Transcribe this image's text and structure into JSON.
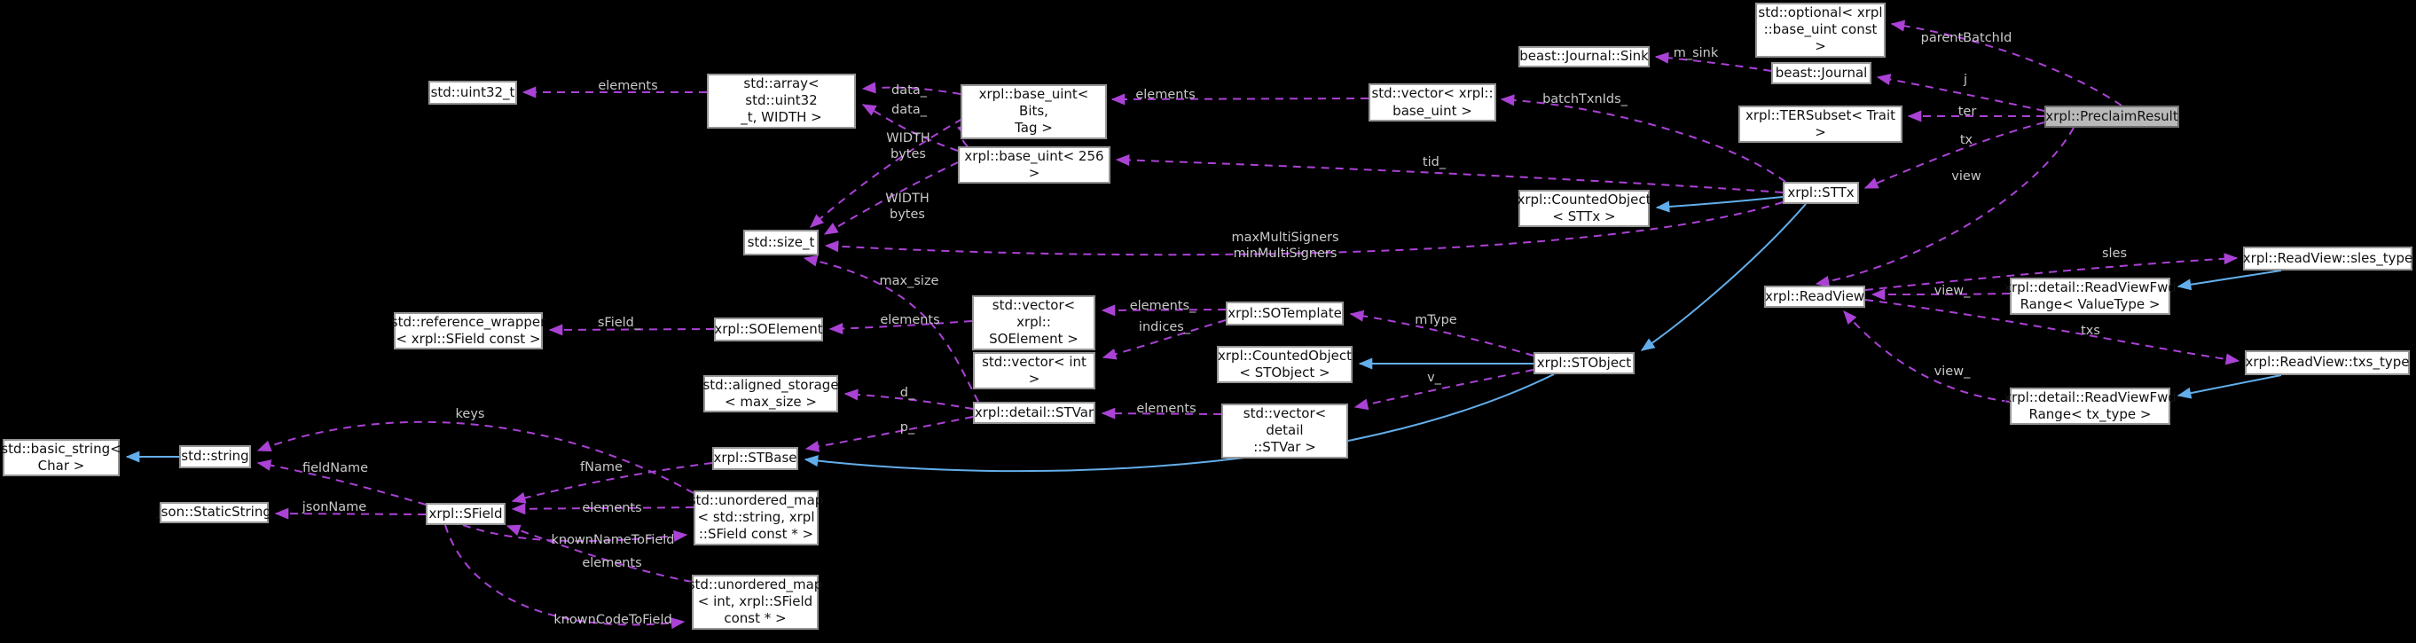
{
  "diagram": {
    "type": "doxygen-collaboration-graph",
    "background_color": "#000000",
    "usage_edge_color": "#AB42D6",
    "inheritance_edge_color": "#63AEEA",
    "node_fill": "#FFFFFF",
    "node_border": "#969696",
    "selected_node_fill": "#B9B9B9",
    "edge_label_color": "#C9C9C9"
  },
  "nodes": {
    "uint32": {
      "label": "std::uint32_t"
    },
    "array_uint32": {
      "label": "std::array< std::uint32\n_t, WIDTH >"
    },
    "base_uint_bits_tag": {
      "label": "xrpl::base_uint< Bits,\nTag >"
    },
    "base_uint_256": {
      "label": "xrpl::base_uint< 256 >"
    },
    "vector_base_uint": {
      "label": "std::vector< xrpl::\nbase_uint >"
    },
    "journal_sink": {
      "label": "beast::Journal::Sink"
    },
    "optional_base_uint": {
      "label": "std::optional< xrpl\n::base_uint const >"
    },
    "journal": {
      "label": "beast::Journal"
    },
    "tersubset": {
      "label": "xrpl::TERSubset< Trait >"
    },
    "preclaim_result": {
      "label": "xrpl::PreclaimResult"
    },
    "counted_sttx": {
      "label": "xrpl::CountedObject\n< STTx >"
    },
    "sttx": {
      "label": "xrpl::STTx"
    },
    "readview": {
      "label": "xrpl::ReadView"
    },
    "fwd_valuetype": {
      "label": "xrpl::detail::ReadViewFwd\nRange< ValueType >"
    },
    "sles_type": {
      "label": "xrpl::ReadView::sles_type"
    },
    "txs_type": {
      "label": "xrpl::ReadView::txs_type"
    },
    "fwd_tx_type": {
      "label": "xrpl::detail::ReadViewFwd\nRange< tx_type >"
    },
    "size_t": {
      "label": "std::size_t"
    },
    "vector_soelement": {
      "label": "std::vector< xrpl::\nSOElement >"
    },
    "sotemplate": {
      "label": "xrpl::SOTemplate"
    },
    "vector_int": {
      "label": "std::vector< int >"
    },
    "counted_stobject": {
      "label": "xrpl::CountedObject\n< STObject >"
    },
    "stobject": {
      "label": "xrpl::STObject"
    },
    "reference_wrapper": {
      "label": "std::reference_wrapper\n< xrpl::SField const >"
    },
    "soelement": {
      "label": "xrpl::SOElement"
    },
    "aligned_storage": {
      "label": "std::aligned_storage\n< max_size >"
    },
    "stvar": {
      "label": "xrpl::detail::STVar"
    },
    "vector_stvar": {
      "label": "std::vector< detail\n::STVar >"
    },
    "stbase": {
      "label": "xrpl::STBase"
    },
    "basic_string": {
      "label": "std::basic_string<\nChar >"
    },
    "string": {
      "label": "std::string"
    },
    "static_string": {
      "label": "Json::StaticString"
    },
    "sfield": {
      "label": "xrpl::SField"
    },
    "umap_string": {
      "label": "std::unordered_map\n< std::string, xrpl\n::SField const * >"
    },
    "umap_int": {
      "label": "std::unordered_map\n< int, xrpl::SField\nconst * >"
    }
  },
  "edge_labels": {
    "elements_array": "elements",
    "data_upper": "data_",
    "data_lower": "data_",
    "width_bytes_1": "WIDTH\nbytes",
    "width_bytes_2": "WIDTH\nbytes",
    "elements_base_uint": "elements",
    "batch_txn_ids": "batchTxnIds_",
    "m_sink": "m_sink",
    "tid": "tid_",
    "parent_batch_id": "parentBatchId",
    "j": "j",
    "ter": "ter",
    "tx": "tx",
    "view": "view",
    "multi_signers": "maxMultiSigners\nminMultiSigners",
    "sles": "sles",
    "view_upper": "view_",
    "txs": "txs",
    "view_lower": "view_",
    "max_size": "max_size",
    "sfield_member": "sField_",
    "elements_so": "elements_",
    "indices": "indices_",
    "mtype": "mType",
    "v": "v_",
    "elements_soelement": "elements",
    "d": "d_",
    "p": "p_",
    "elements_stvar": "elements",
    "keys": "keys",
    "field_name": "fieldName",
    "f_name": "fName",
    "json_name": "jsonName",
    "elements_map_string": "elements",
    "known_name_to_field": "knownNameToField",
    "elements_map_int": "elements",
    "known_code_to_field": "knownCodeToField"
  }
}
